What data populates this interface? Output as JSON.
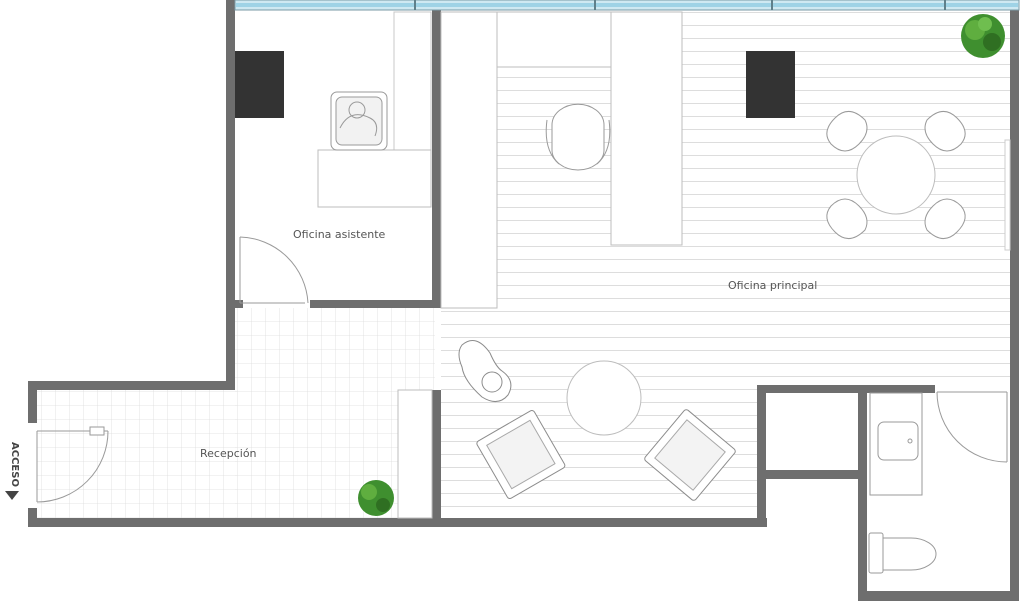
{
  "labels": {
    "oficina_asistente": "Oficina asistente",
    "oficina_principal": "Oficina principal",
    "recepcion": "Recepción",
    "acceso": "ACCESO"
  },
  "colors": {
    "wall": "#6e6e6e",
    "window": "#9fd3e6",
    "screen": "#333333",
    "plant": "#3f8f2f",
    "line": "#bdbdbd"
  },
  "icons": [
    "desk-icon",
    "chair-icon",
    "table-icon",
    "armchair-icon",
    "plant-icon",
    "sink-icon",
    "toilet-icon",
    "door-icon",
    "tv-screen-icon",
    "person-icon",
    "entrance-arrow-icon"
  ]
}
